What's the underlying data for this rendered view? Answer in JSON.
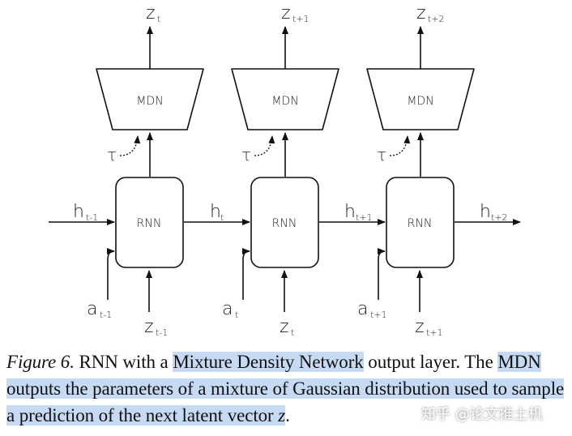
{
  "diagram": {
    "columns": [
      {
        "z_out": "z",
        "z_out_sub": "t",
        "mdn": "MDN",
        "tau": "τ",
        "rnn": "RNN",
        "a": "a",
        "a_sub": "t-1",
        "z_in": "z",
        "z_in_sub": "t-1"
      },
      {
        "z_out": "z",
        "z_out_sub": "t+1",
        "mdn": "MDN",
        "tau": "τ",
        "rnn": "RNN",
        "a": "a",
        "a_sub": "t",
        "z_in": "z",
        "z_in_sub": "t"
      },
      {
        "z_out": "z",
        "z_out_sub": "t+2",
        "mdn": "MDN",
        "tau": "τ",
        "rnn": "RNN",
        "a": "a",
        "a_sub": "t+1",
        "z_in": "z",
        "z_in_sub": "t+1"
      }
    ],
    "hidden": [
      {
        "h": "h",
        "sub": "t-1"
      },
      {
        "h": "h",
        "sub": "t"
      },
      {
        "h": "h",
        "sub": "t+1"
      },
      {
        "h": "h",
        "sub": "t+2"
      }
    ]
  },
  "caption": {
    "figure_label": "Figure 6.",
    "text_1": " RNN with a ",
    "highlight_1": "Mixture Density Network",
    "text_2": " output layer. The ",
    "highlight_2": "MDN outputs the parameters of a mixture of Gaussian distribution used to sample a prediction of the next latent vector ",
    "highlight_2_var": "z",
    "text_3": "."
  },
  "watermark": "知乎 @论文推土机"
}
